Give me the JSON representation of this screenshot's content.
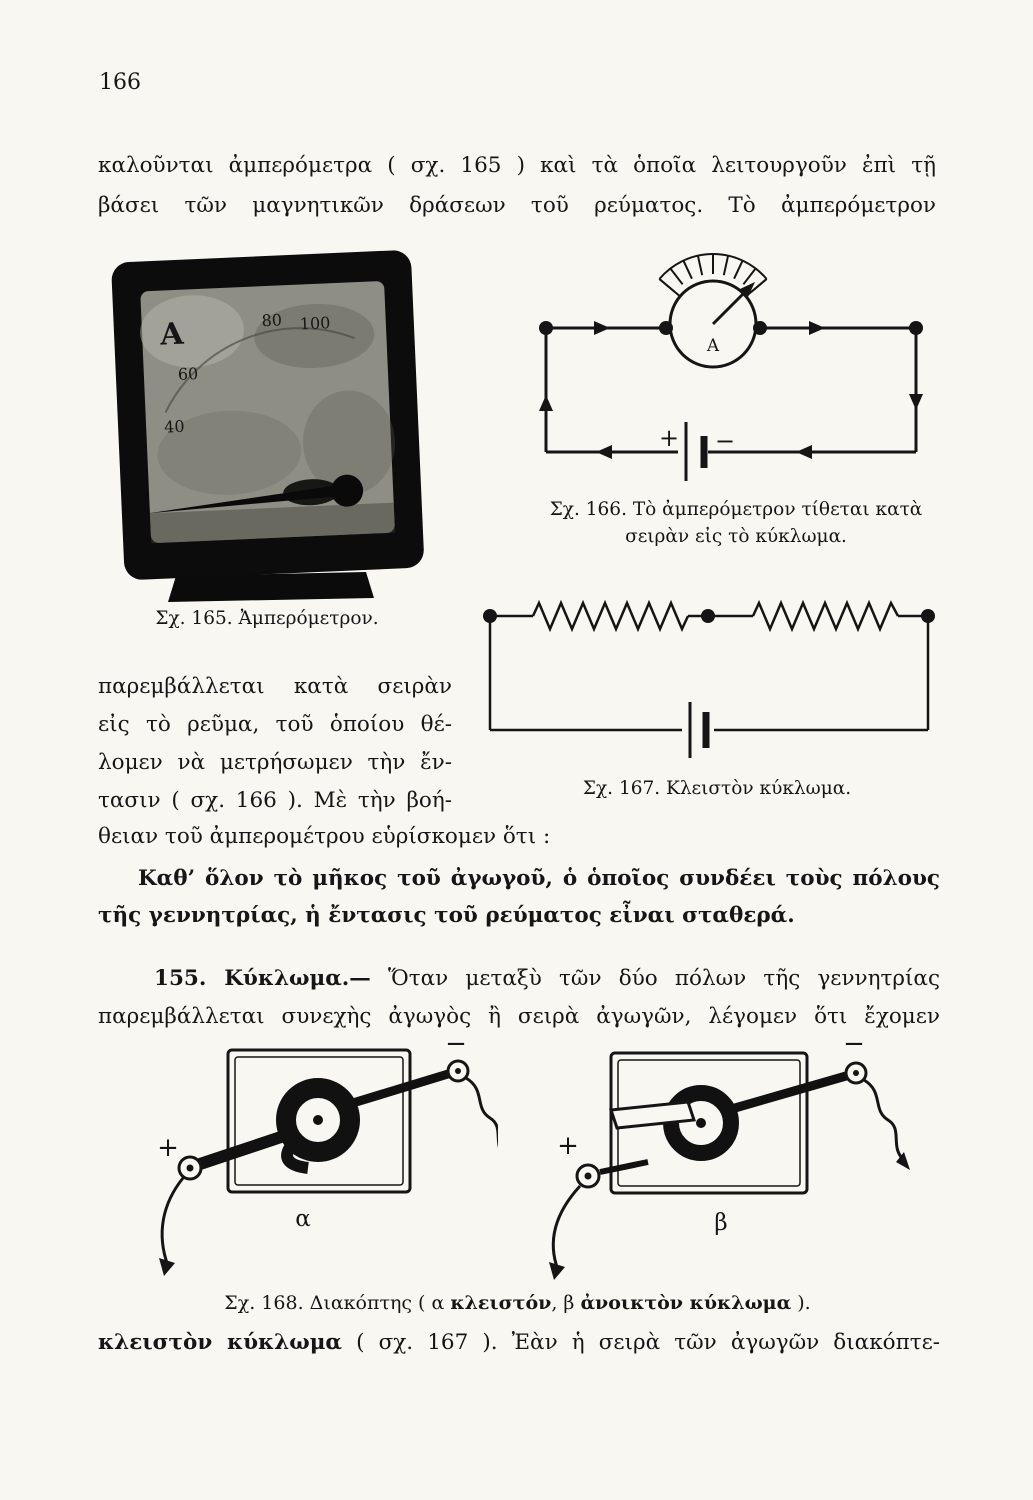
{
  "page": {
    "number": "166"
  },
  "colors": {
    "paper": "#f9f7f2",
    "ink": "#161616"
  },
  "intro": {
    "lines": [
      "καλοῦνται ἀμπερόμετρα ( σχ. 165 ) καὶ τὰ ὁποῖα λειτουργοῦν ἐπὶ τῇ",
      "βάσει τῶν μαγνητικῶν δράσεων τοῦ ρεύματος. Τὸ ἀμπερόμετρον"
    ]
  },
  "left_column": {
    "lines": [
      "παρεμβάλλεται κατὰ σειρὰν",
      "εἰς τὸ ρεῦμα, τοῦ ὁποίου θέ-",
      "λομεν νὰ μετρήσωμεν τὴν ἔν-",
      "τασιν ( σχ. 166 ). Μὲ τὴν βοή-"
    ],
    "continuation": "θειαν τοῦ ἀμπερομέτρου εὑρίσκομεν ὅτι :"
  },
  "statement": {
    "lines": [
      "Καθ’ ὅλον τὸ μῆκος τοῦ ἀγωγοῦ, ὁ ὁποῖος συνδέει τοὺς πόλους",
      "τῆς γεννητρίας, ἡ ἔντασις τοῦ ρεύματος εἶναι σταθερά."
    ]
  },
  "section": {
    "lead": "155. Κύκλωμα.—",
    "line1_rest": " Ὅταν μεταξὺ τῶν δύο πόλων τῆς γεννητρίας",
    "line2": "παρεμβάλλεται συνεχὴς ἀγωγὸς ἢ σειρὰ ἀγωγῶν, λέγομεν ὅτι ἔχομεν"
  },
  "closing": {
    "bold": "κλειστὸν κύκλωμα",
    "rest": " ( σχ. 167 ). Ἐὰν ἡ σειρὰ τῶν ἀγωγῶν διακόπτε-"
  },
  "fig165": {
    "caption": "Σχ. 165. Ἀμπερόμετρον.",
    "meter_letter": "A",
    "scale": [
      "40",
      "60",
      "80",
      "100"
    ]
  },
  "fig166": {
    "caption_line1": "Σχ. 166. Τὸ ἀμπερόμετρον τίθεται κατὰ",
    "caption_line2": "σειρὰν εἰς τὸ κύκλωμα.",
    "meter_letter": "A",
    "plus": "+",
    "minus": "−"
  },
  "fig167": {
    "caption": "Σχ. 167. Κλειστὸν κύκλωμα."
  },
  "fig168": {
    "caption_parts": {
      "p1": "Σχ. 168. Διακόπτης ( α ",
      "p2": "κλειστόν",
      "p3": ", β ",
      "p4": "ἀνοικτὸν κύκλωμα",
      "p5": " )."
    },
    "label_alpha": "α",
    "label_beta": "β",
    "plus": "+",
    "minus": "−"
  }
}
